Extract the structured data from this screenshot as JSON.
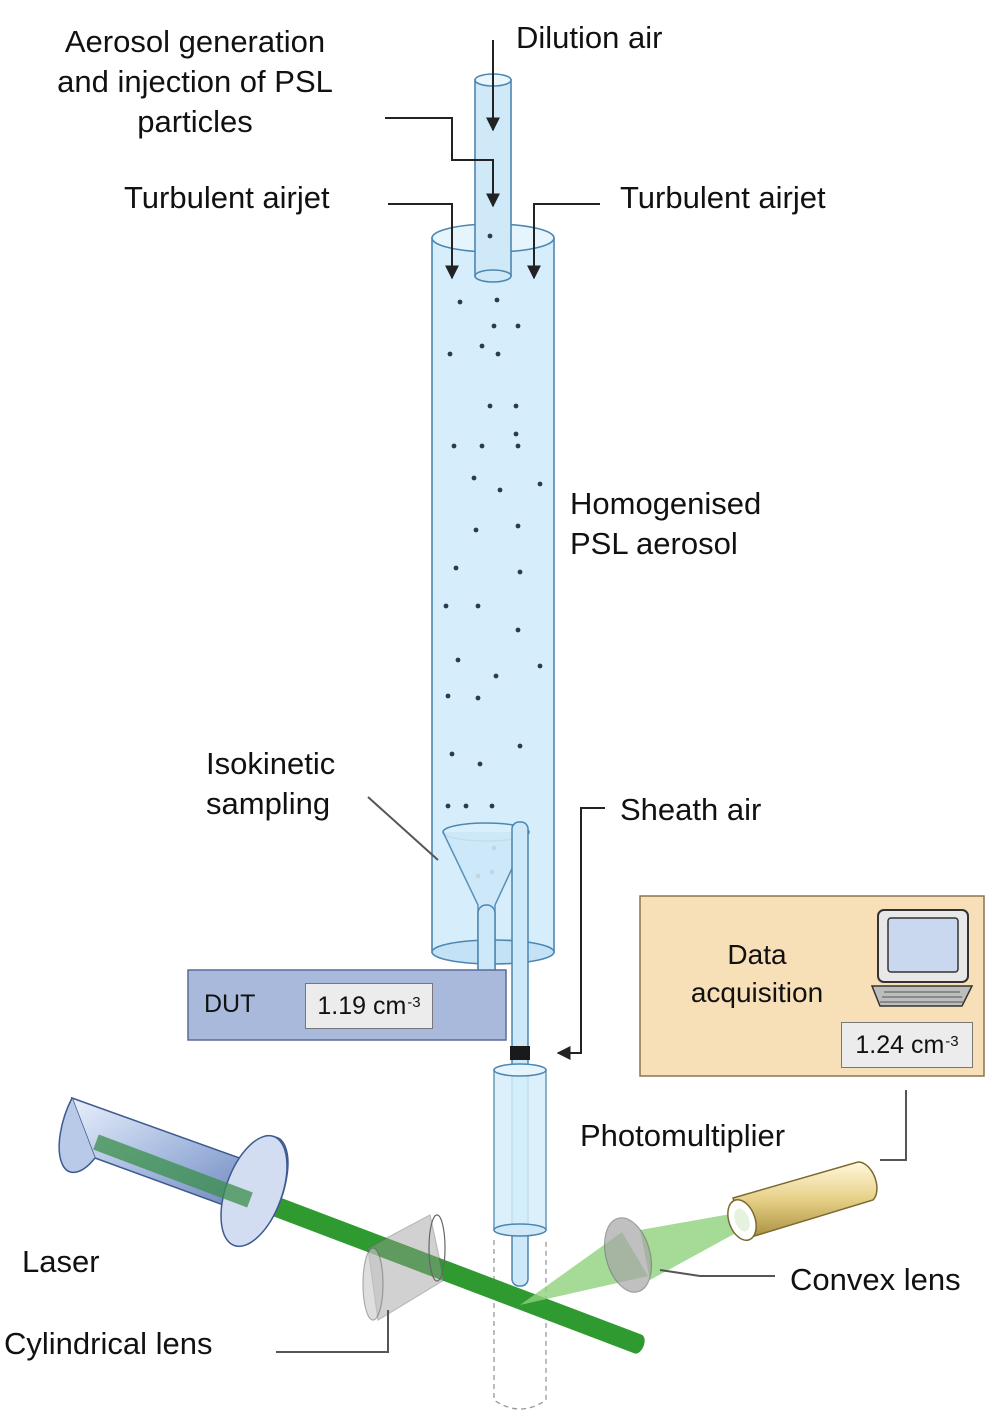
{
  "labels": {
    "dilution_air": "Dilution air",
    "aerosol_generation": [
      "Aerosol generation",
      "and injection of PSL",
      "particles"
    ],
    "turbulent_airjet_left": "Turbulent  airjet",
    "turbulent_airjet_right": "Turbulent  airjet",
    "homogenised": [
      "Homogenised",
      "PSL aerosol"
    ],
    "isokinetic": [
      "Isokinetic",
      "sampling"
    ],
    "sheath_air": "Sheath air",
    "photomultiplier": "Photomultiplier",
    "laser": "Laser",
    "convex_lens": "Convex  lens",
    "cylindrical_lens": "Cylindrical lens"
  },
  "dut": {
    "label": "DUT",
    "value": "1.19 cm",
    "unit_exp": "-3"
  },
  "data_acquisition": {
    "label": [
      "Data",
      "acquisition"
    ],
    "value": "1.24 cm",
    "unit_exp": "-3"
  },
  "colors": {
    "tube_fill": "#d6eefb",
    "tube_stroke": "#4d86b0",
    "laser_beam": "#2f9a2f",
    "dut_panel": "#a9b9dc",
    "daq_panel": "#f7dfb8",
    "pmt_body": "#e8d69a"
  }
}
